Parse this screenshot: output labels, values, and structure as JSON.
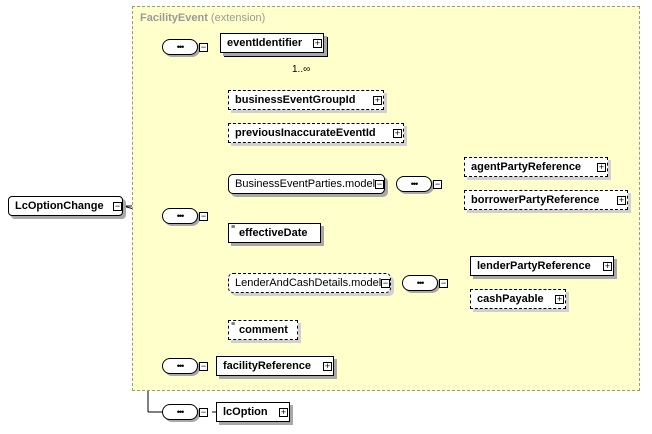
{
  "root": {
    "label": "LcOptionChange"
  },
  "group": {
    "name": "FacilityEvent",
    "kind": "(extension)"
  },
  "elements": {
    "event_identifier": {
      "label": "eventIdentifier",
      "cardinality": "1..∞"
    },
    "business_event_group_id": {
      "label": "businessEventGroupId"
    },
    "previous_inaccurate_event_id": {
      "label": "previousInaccurateEventId"
    },
    "business_event_parties_model": {
      "label": "BusinessEventParties.model"
    },
    "agent_party_reference": {
      "label": "agentPartyReference"
    },
    "borrower_party_reference": {
      "label": "borrowerPartyReference"
    },
    "effective_date": {
      "label": "effectiveDate"
    },
    "lender_and_cash_details_model": {
      "label": "LenderAndCashDetails.model"
    },
    "lender_party_reference": {
      "label": "lenderPartyReference"
    },
    "cash_payable": {
      "label": "cashPayable"
    },
    "comment": {
      "label": "comment"
    },
    "facility_reference": {
      "label": "facilityReference"
    },
    "lc_option": {
      "label": "lcOption"
    }
  },
  "icons": {
    "sequence": "•••",
    "expand": "+",
    "collapse": "−",
    "text_content": "≡"
  }
}
